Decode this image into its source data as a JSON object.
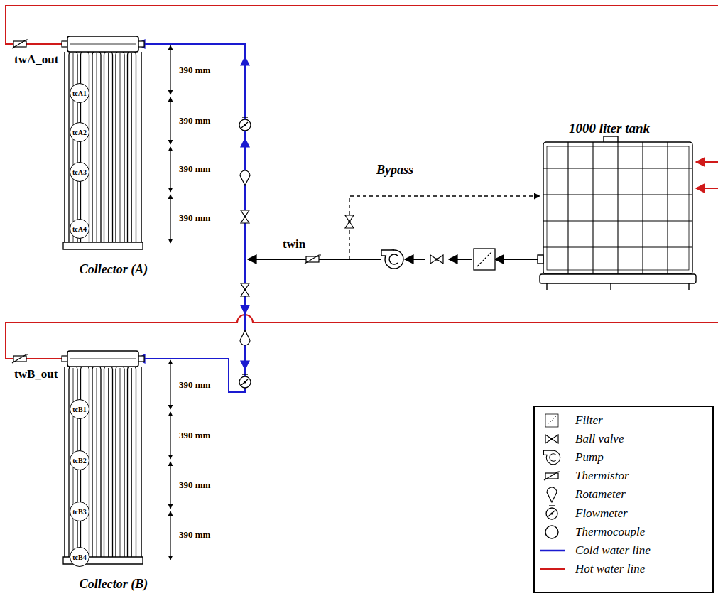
{
  "diagram": {
    "nodes": [
      {
        "text": [
          "tcA1"
        ]
      },
      {
        "text": [
          "tcA2"
        ]
      },
      {
        "text": [
          "tcA3"
        ]
      },
      {
        "text": [
          "tcA4"
        ]
      },
      {
        "text": [
          "tcB1"
        ]
      },
      {
        "text": [
          "tcB2"
        ]
      },
      {
        "text": [
          "tcB3"
        ]
      },
      {
        "text": [
          "tcB4"
        ]
      }
    ],
    "labels": [
      "twA_out",
      "390 mm",
      "390 mm",
      "390 mm",
      "390 mm",
      "Collector (A)",
      "1000 liter tank",
      "Bypass",
      "twin",
      "twB_out",
      "390 mm",
      "390 mm",
      "390 mm",
      "390 mm",
      "Collector (B)"
    ],
    "legend": [
      {
        "text": "Filter"
      },
      {
        "text": "Ball valve"
      },
      {
        "text": "Pump"
      },
      {
        "text": "Thermistor"
      },
      {
        "text": "Rotameter"
      },
      {
        "text": "Flowmeter"
      },
      {
        "text": "Thermocouple"
      },
      {
        "text": "Cold water line"
      },
      {
        "text": "Hot water line"
      }
    ]
  }
}
